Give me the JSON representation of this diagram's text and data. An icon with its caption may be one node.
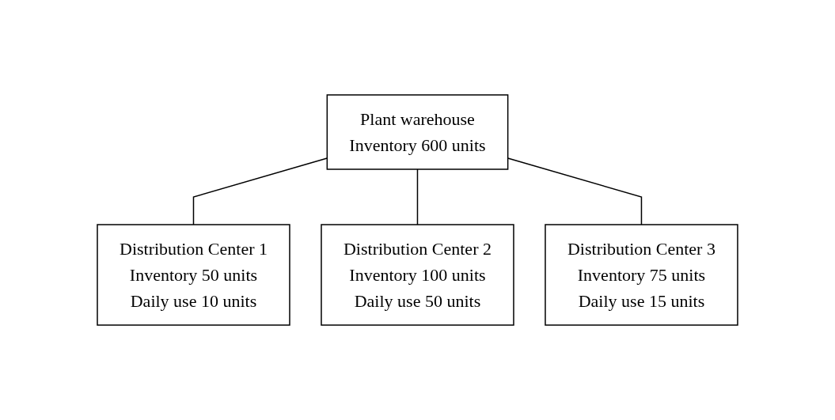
{
  "diagram": {
    "nodes": [
      {
        "text": [
          "Plant warehouse",
          "Inventory 600 units"
        ]
      },
      {
        "text": [
          "Distribution Center 1",
          "Inventory 50 units",
          "Daily use 10 units"
        ]
      },
      {
        "text": [
          "Distribution Center 2",
          "Inventory 100 units",
          "Daily use 50 units"
        ]
      },
      {
        "text": [
          "Distribution Center 3",
          "Inventory 75 units",
          "Daily use 15 units"
        ]
      }
    ],
    "edges": [
      {
        "from": 0,
        "to": 1,
        "arrow": "none"
      },
      {
        "from": 0,
        "to": 2,
        "arrow": "none"
      },
      {
        "from": 0,
        "to": 3,
        "arrow": "none"
      }
    ]
  }
}
